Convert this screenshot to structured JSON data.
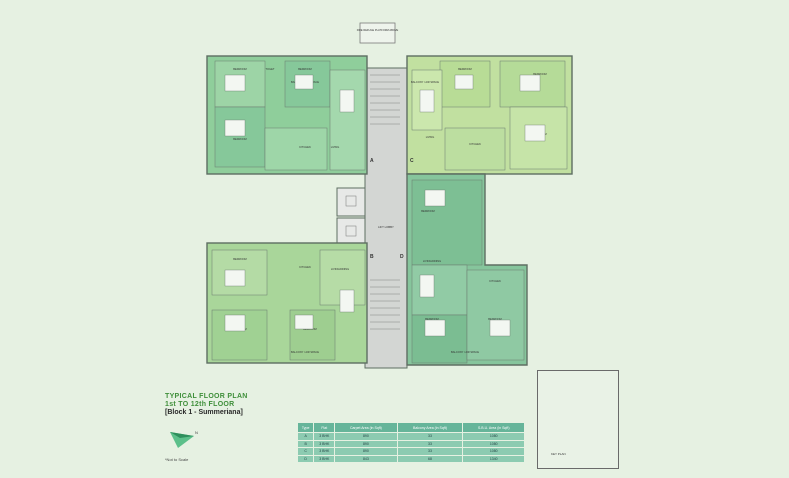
{
  "title": {
    "line1": "TYPICAL FLOOR PLAN",
    "line2": "1st TO 12th FLOOR",
    "line3": "[Block 1 - Summeriana]"
  },
  "note": "*Not to Scale",
  "compass_label": "N",
  "fire_label": "FIRE REFUGE PLATFORM ABOVE",
  "lift_label": "LIFT LOBBY",
  "unit_letters": [
    "A",
    "B",
    "C",
    "D"
  ],
  "rooms": {
    "bedroom": "BEDROOM",
    "toilet": "TOILET",
    "kitchen": "KITCHEN",
    "living": "LIVING",
    "dining": "LIVING/DINING",
    "balcony": "BALCONY / AIR SPACE"
  },
  "table": {
    "headers": [
      "Type",
      "Flat",
      "Carpet Area (in Sqft)",
      "Balcony Area (in Sqft)",
      "S.B.U. Area (in Sqft)"
    ],
    "rows": [
      [
        "A",
        "3 BHK",
        "890",
        "33",
        "1080"
      ],
      [
        "B",
        "3 BHK",
        "890",
        "33",
        "1080"
      ],
      [
        "C",
        "3 BHK",
        "890",
        "33",
        "1080"
      ],
      [
        "D",
        "3 BHK",
        "843",
        "68",
        "1340"
      ]
    ]
  },
  "key_plan_label": "KEY PLAN",
  "colors": {
    "unitA": "#a9d69a",
    "unitB": "#8fce9b",
    "unitC": "#c1e0a0",
    "unitD": "#86c59c",
    "wall": "#5e6e62",
    "core": "#d4d7d4"
  }
}
